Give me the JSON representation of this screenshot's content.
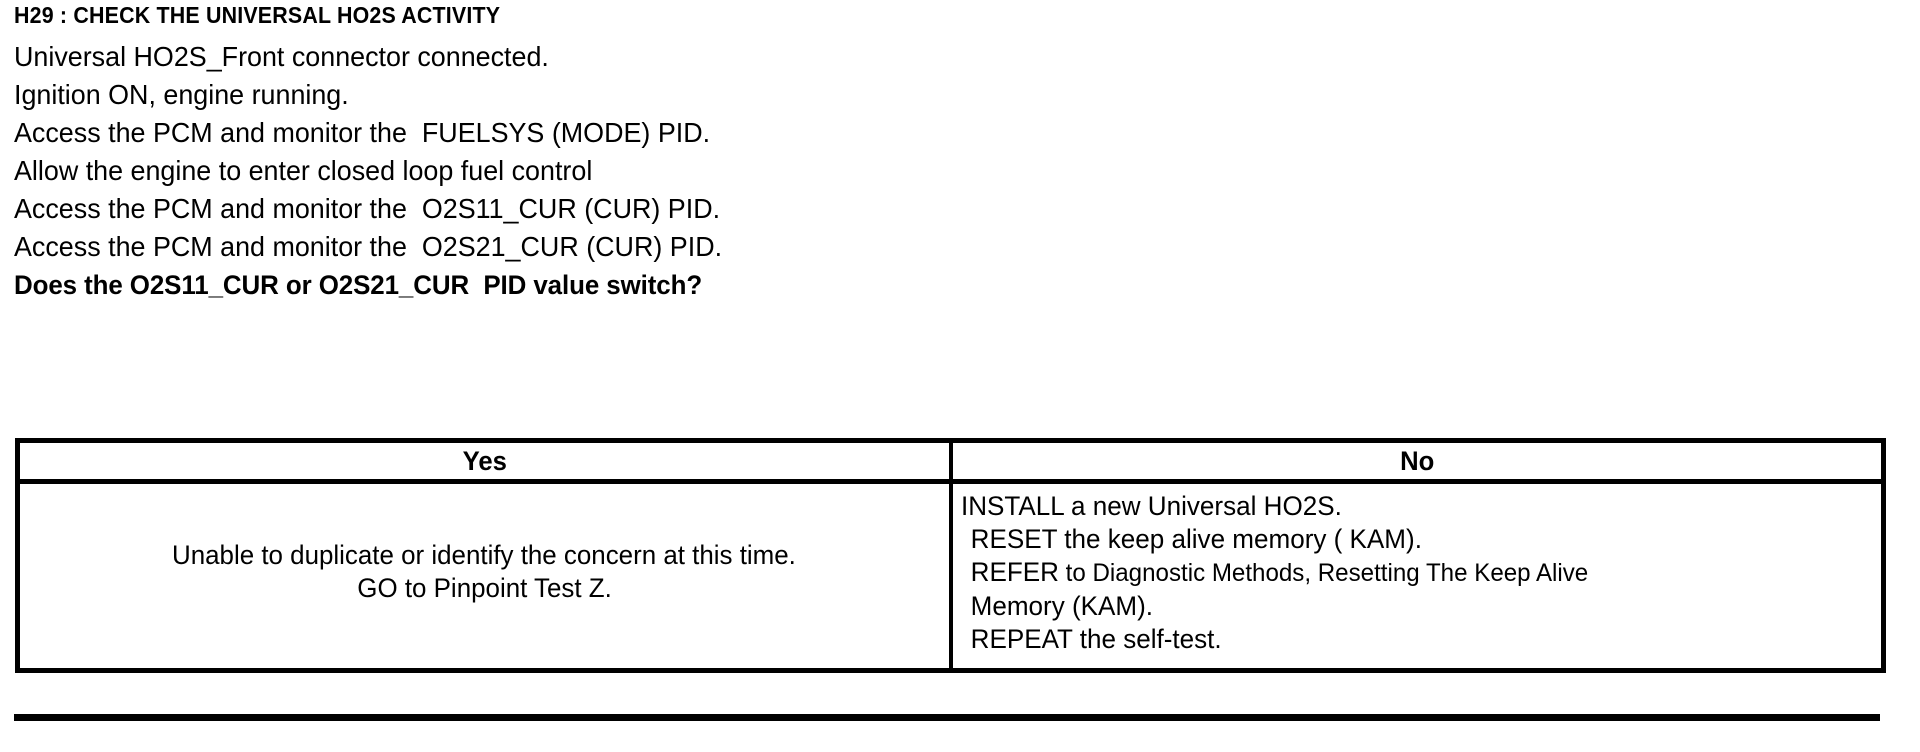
{
  "document": {
    "heading": "H29 : CHECK THE UNIVERSAL HO2S ACTIVITY",
    "steps": [
      "Universal HO2S_Front connector connected.",
      "Ignition ON, engine running.",
      "Access the PCM and monitor the  FUELSYS (MODE) PID.",
      "Allow the engine to enter closed loop fuel control",
      "Access the PCM and monitor the  O2S11_CUR (CUR) PID.",
      "Access the PCM and monitor the  O2S21_CUR (CUR) PID."
    ],
    "question": "Does the O2S11_CUR or O2S21_CUR  PID value switch?"
  },
  "table": {
    "headers": {
      "yes": "Yes",
      "no": "No"
    },
    "yes_cell": {
      "lines": [
        "Unable to duplicate or identify the concern at this time.",
        "GO to Pinpoint Test Z."
      ]
    },
    "no_cell": {
      "lines": [
        "INSTALL a new Universal HO2S.",
        "RESET the keep alive memory ( KAM).",
        "REPEAT the self-test."
      ],
      "refer_prefix": "REFER",
      "refer_body": " to Diagnostic Methods, Resetting The Keep Alive",
      "refer_continuation": "Memory (KAM)."
    }
  },
  "colors": {
    "ink": "#000000",
    "paper": "#ffffff"
  }
}
